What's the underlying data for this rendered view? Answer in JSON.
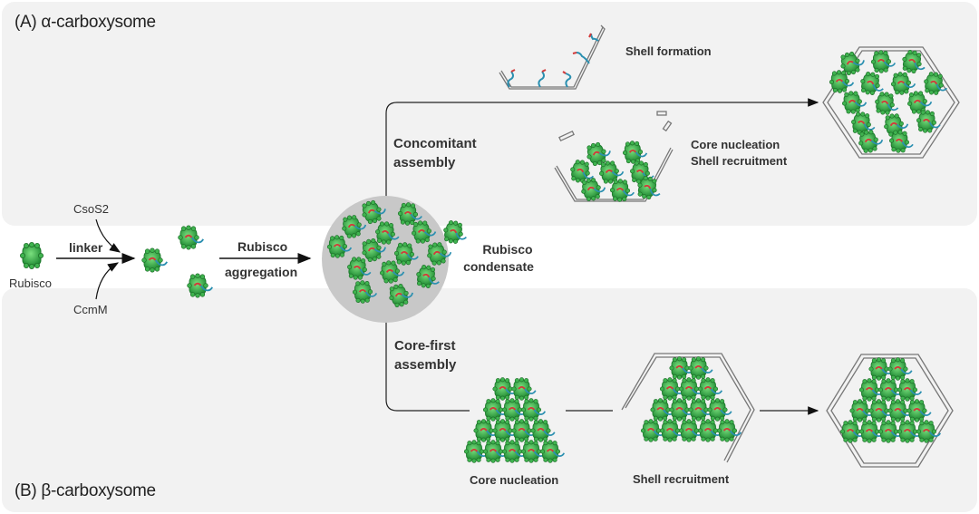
{
  "panels": {
    "alpha": {
      "title": "(A) α-carboxysome"
    },
    "beta": {
      "title": "(B) β-carboxysome"
    }
  },
  "labels": {
    "rubisco": "Rubisco",
    "linker": "linker",
    "csos2": "CsoS2",
    "ccmm": "CcmM",
    "rubisco_aggregation_1": "Rubisco",
    "rubisco_aggregation_2": "aggregation",
    "condensate_1": "Rubisco",
    "condensate_2": "condensate",
    "shell_formation": "Shell formation",
    "concomitant_1": "Concomitant",
    "concomitant_2": "assembly",
    "core_nucleation_shell_1": "Core nucleation",
    "core_nucleation_shell_2": "Shell recruitment",
    "core_first_1": "Core-first",
    "core_first_2": "assembly",
    "core_nucleation": "Core nucleation",
    "shell_recruitment": "Shell recruitment"
  },
  "colors": {
    "panel_bg": "#f2f2f2",
    "rubisco_green": "#2f9e3f",
    "rubisco_light": "#5fd36a",
    "linker_blue": "#2a8fb0",
    "linker_red": "#d23a3a",
    "condensate_gray": "#c8c8c8",
    "shell_stroke": "#777777"
  }
}
